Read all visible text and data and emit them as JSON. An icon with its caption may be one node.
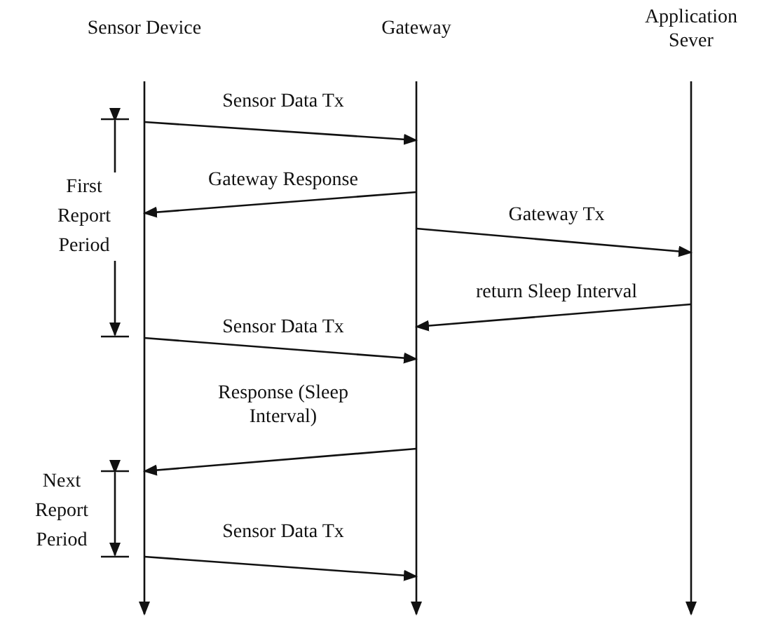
{
  "diagram": {
    "nodes": [
      {
        "text": [
          "Sensor Device"
        ]
      },
      {
        "text": [
          "Gateway"
        ]
      },
      {
        "text": [
          "Application Sever"
        ]
      }
    ],
    "edges": [
      {
        "from": 0,
        "to": 1,
        "arrow": "to",
        "label": "Sensor Data Tx"
      },
      {
        "from": 1,
        "to": 0,
        "arrow": "to",
        "label": "Gateway Response"
      },
      {
        "from": 1,
        "to": 2,
        "arrow": "to",
        "label": "Gateway Tx"
      },
      {
        "from": 2,
        "to": 1,
        "arrow": "to",
        "label": "return Sleep Interval"
      },
      {
        "from": 0,
        "to": 1,
        "arrow": "to",
        "label": "Sensor Data Tx"
      },
      {
        "from": 1,
        "to": 0,
        "arrow": "to",
        "label": "Response (Sleep Interval)"
      },
      {
        "from": 0,
        "to": 1,
        "arrow": "to",
        "label": "Sensor Data Tx"
      }
    ],
    "labels": [
      "First Report Period",
      "Next Report Period"
    ]
  }
}
